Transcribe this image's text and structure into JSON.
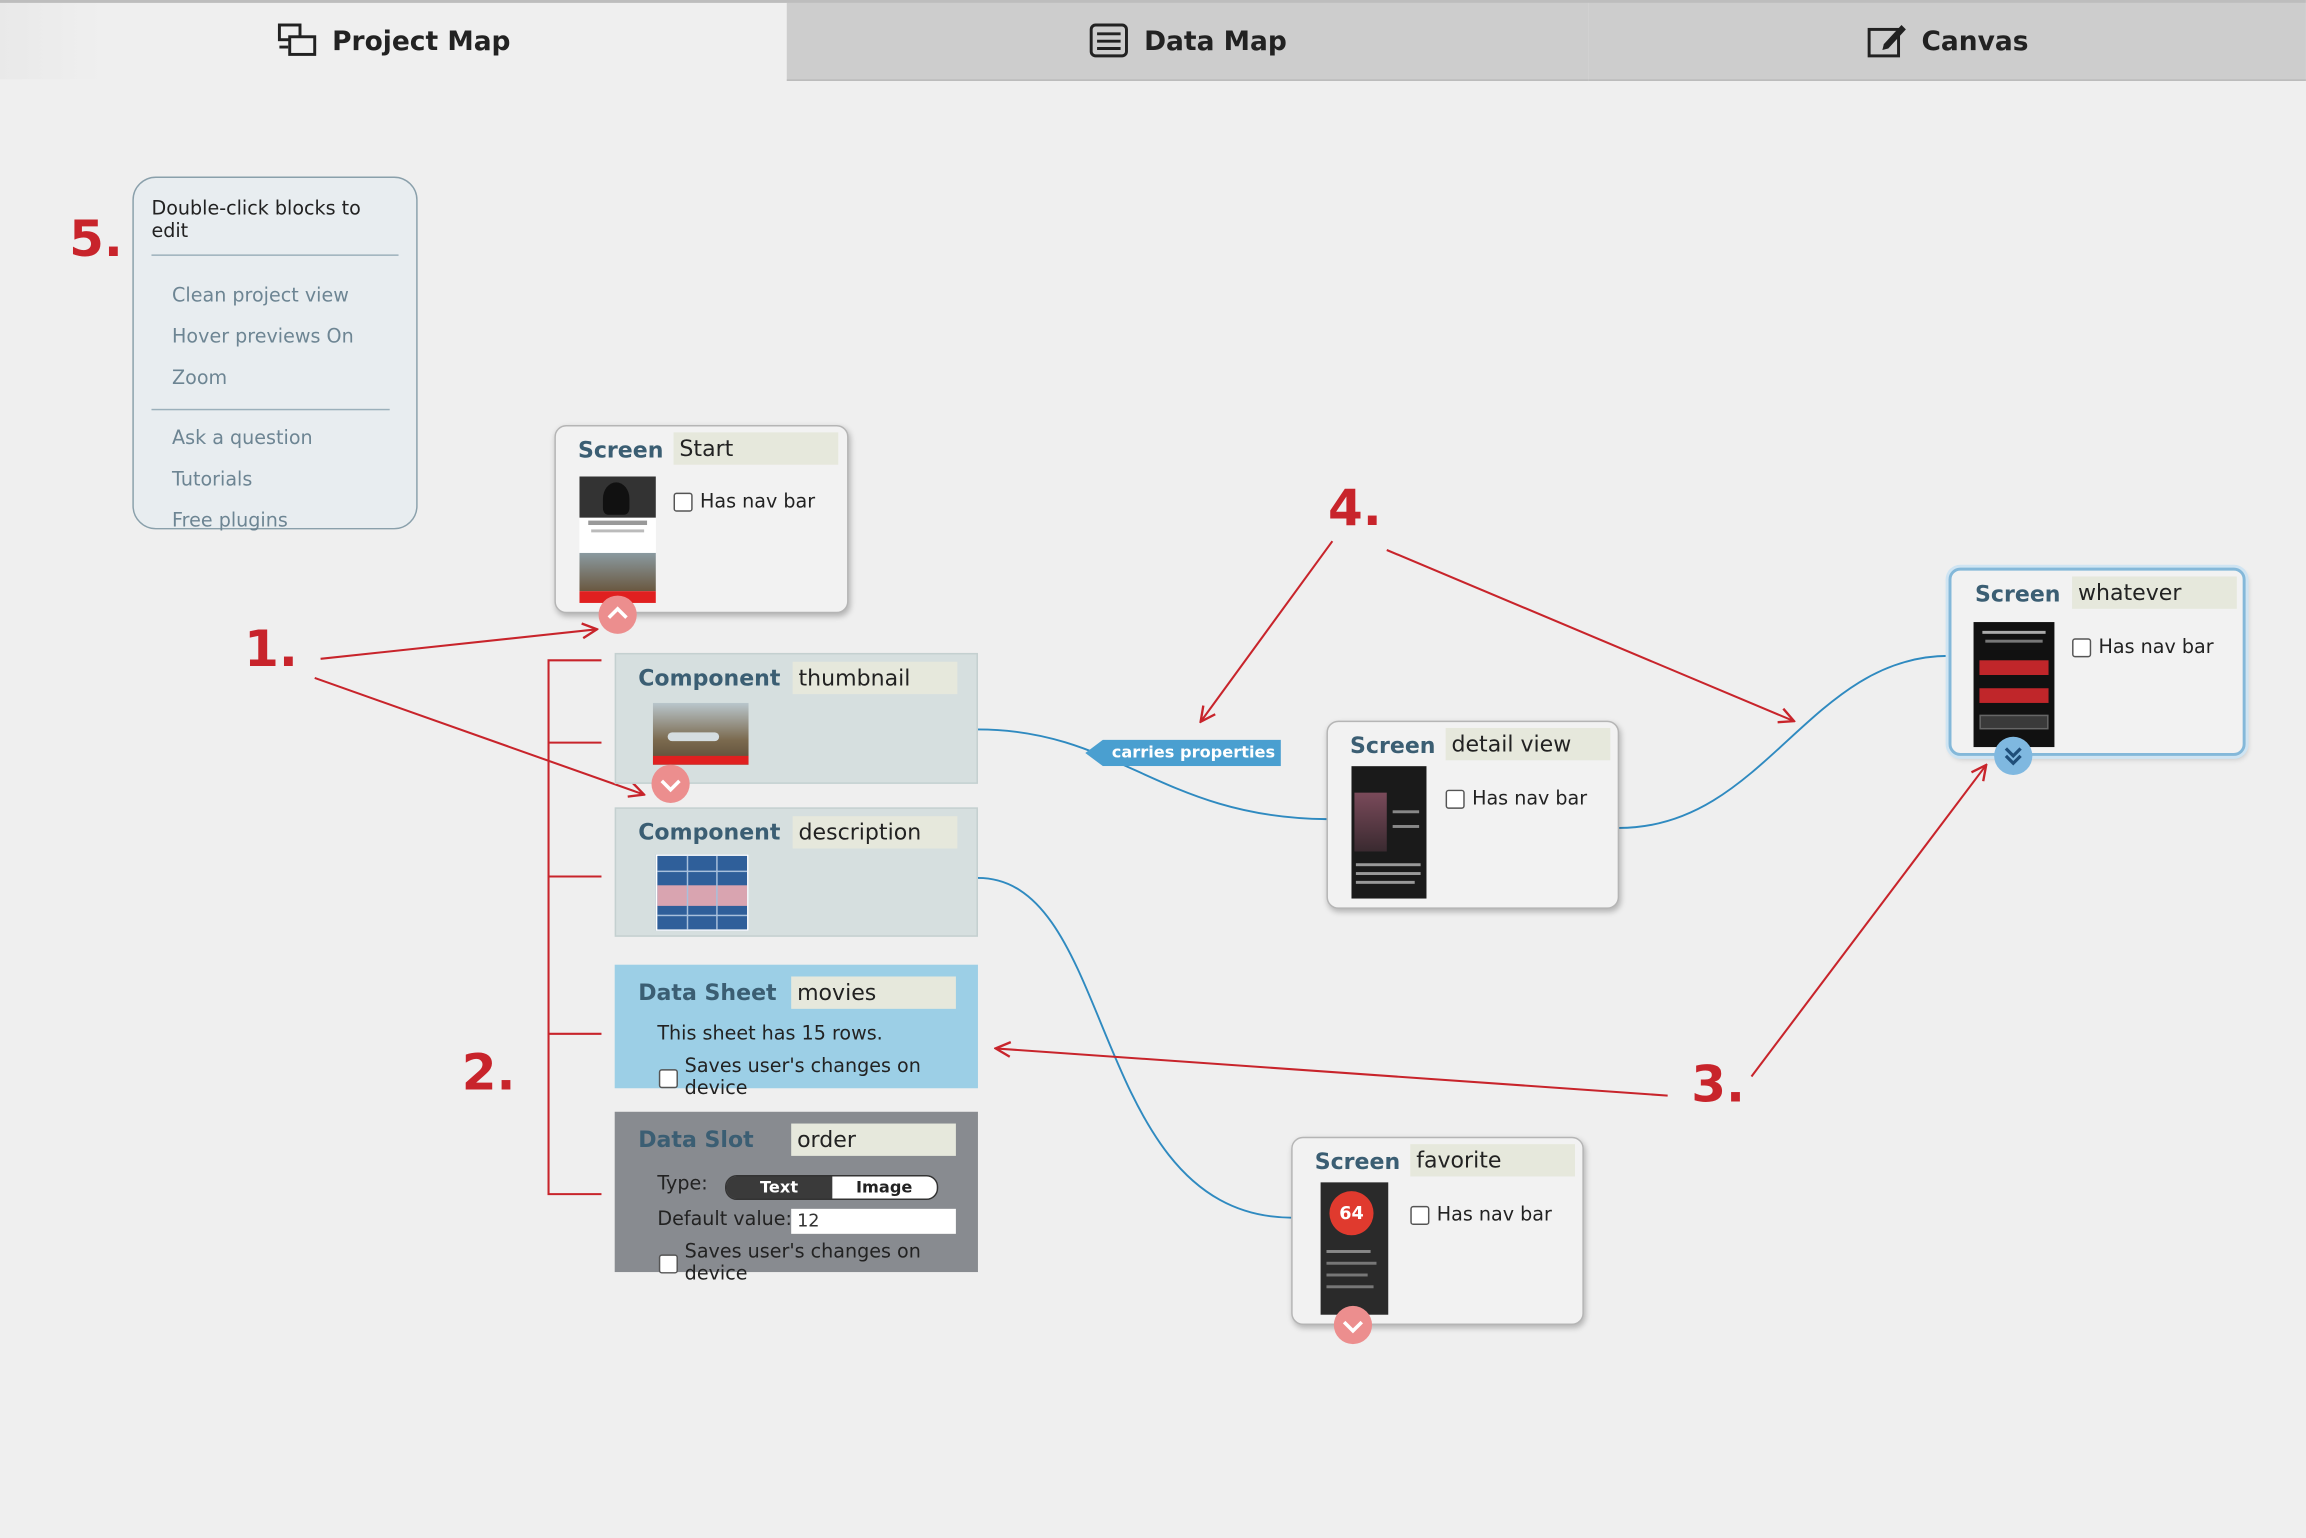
{
  "tabs": [
    {
      "label": "Project Map",
      "icon": "project-map-icon",
      "active": true
    },
    {
      "label": "Data Map",
      "icon": "data-map-icon",
      "active": false
    },
    {
      "label": "Canvas",
      "icon": "canvas-edit-icon",
      "active": false
    }
  ],
  "menu": {
    "heading": "Double-click blocks to edit",
    "group1": [
      "Clean project view",
      "Hover previews On",
      "Zoom"
    ],
    "group2": [
      "Ask a question",
      "Tutorials",
      "Free plugins"
    ]
  },
  "screens": {
    "start": {
      "kind": "Screen",
      "name": "Start",
      "checkbox": "Has nav bar"
    },
    "detail": {
      "kind": "Screen",
      "name": "detail view",
      "checkbox": "Has nav bar"
    },
    "whatever": {
      "kind": "Screen",
      "name": "whatever",
      "checkbox": "Has nav bar"
    },
    "favorite": {
      "kind": "Screen",
      "name": "favorite",
      "checkbox": "Has nav bar",
      "badge": "64"
    }
  },
  "components": {
    "thumbnail": {
      "kind": "Component",
      "name": "thumbnail"
    },
    "description": {
      "kind": "Component",
      "name": "description"
    }
  },
  "datasheet": {
    "kind": "Data Sheet",
    "name": "movies",
    "info": "This sheet has 15 rows.",
    "checkbox": "Saves user's changes on device"
  },
  "dataslot": {
    "kind": "Data Slot",
    "name": "order",
    "type_label": "Type:",
    "type_options": [
      "Text",
      "Image"
    ],
    "type_selected": "Text",
    "default_label": "Default value:",
    "default_value": "12",
    "checkbox": "Saves user's changes on device"
  },
  "connection_label": "carries properties",
  "annotations": [
    "1.",
    "2.",
    "3.",
    "4.",
    "5."
  ],
  "colors": {
    "annotation": "#c8242b",
    "link": "#2f8ac0",
    "screen_title": "#3b5e73"
  }
}
